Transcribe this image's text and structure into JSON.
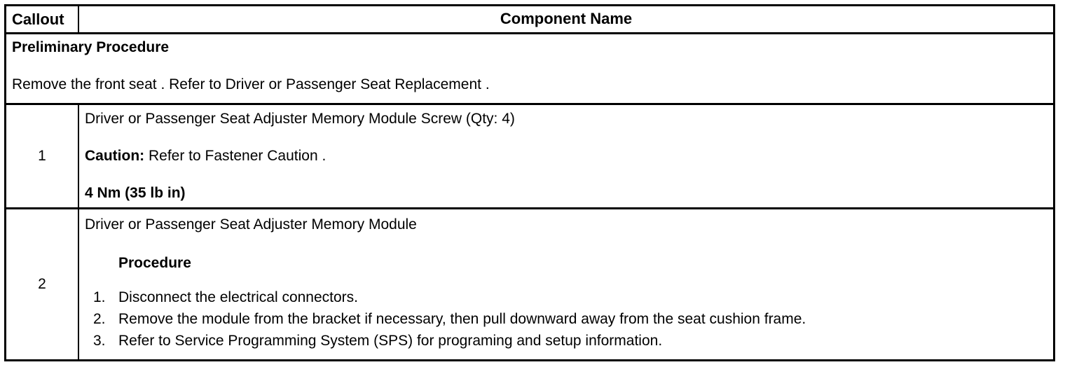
{
  "table": {
    "header": {
      "callout_label": "Callout",
      "component_label": "Component Name"
    },
    "preliminary": {
      "title": "Preliminary Procedure",
      "text": "Remove the front seat . Refer to Driver or Passenger Seat Replacement ."
    },
    "rows": [
      {
        "callout": "1",
        "component_name": "Driver or Passenger Seat Adjuster Memory Module Screw (Qty: 4)",
        "caution_label": "Caution:",
        "caution_text": "Refer to Fastener Caution .",
        "torque": "4 Nm (35 lb in)"
      },
      {
        "callout": "2",
        "component_name": "Driver or Passenger Seat Adjuster Memory Module",
        "procedure_label": "Procedure",
        "steps": [
          {
            "num": "1.",
            "text": "Disconnect the electrical connectors."
          },
          {
            "num": "2.",
            "text": "Remove the module from the bracket if necessary, then pull downward away from the seat cushion frame."
          },
          {
            "num": "3.",
            "text": "Refer to Service Programming System (SPS) for programing and setup information."
          }
        ]
      }
    ]
  },
  "colors": {
    "border": "#000000",
    "background": "#ffffff",
    "text": "#000000"
  }
}
